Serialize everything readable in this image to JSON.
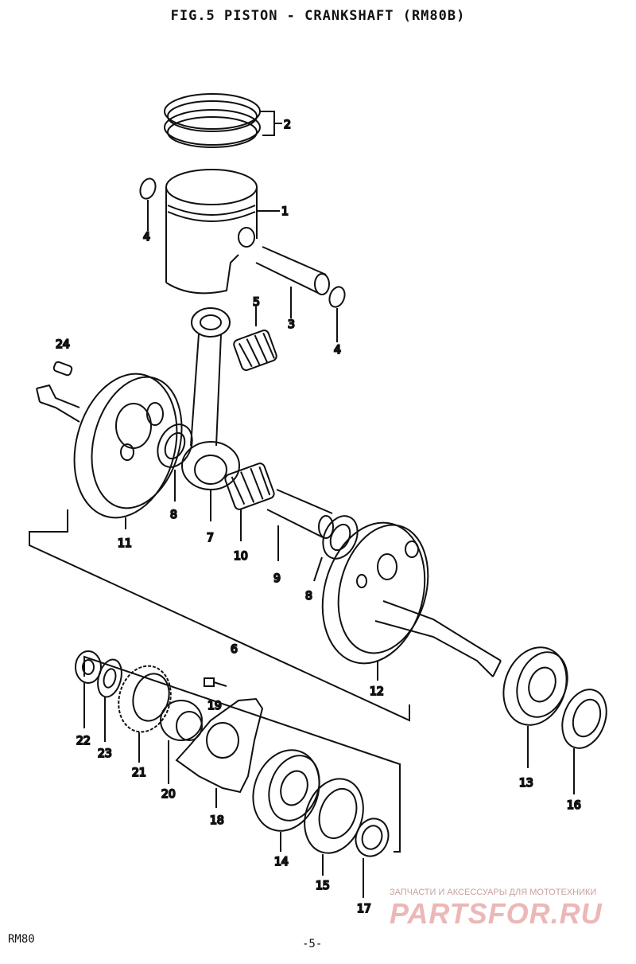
{
  "title": "FIG.5  PISTON - CRANKSHAFT (RM80B)",
  "callouts": {
    "c1": "1",
    "c2": "2",
    "c3": "3",
    "c4a": "4",
    "c4b": "4",
    "c5": "5",
    "c6": "6",
    "c7": "7",
    "c8a": "8",
    "c8b": "8",
    "c9": "9",
    "c10": "10",
    "c11": "11",
    "c12": "12",
    "c13": "13",
    "c16": "16",
    "c14": "14",
    "c15": "15",
    "c17": "17",
    "c18": "18",
    "c19": "19",
    "c20": "20",
    "c21": "21",
    "c22": "22",
    "c23": "23",
    "c24": "24"
  },
  "footer": {
    "model": "RM80",
    "page": "-5-"
  },
  "watermark": {
    "subtitle": "ЗАПЧАСТИ И АКСЕССУАРЫ ДЛЯ МОТОТЕХНИКИ",
    "brand": "PARTSFOR.RU"
  }
}
